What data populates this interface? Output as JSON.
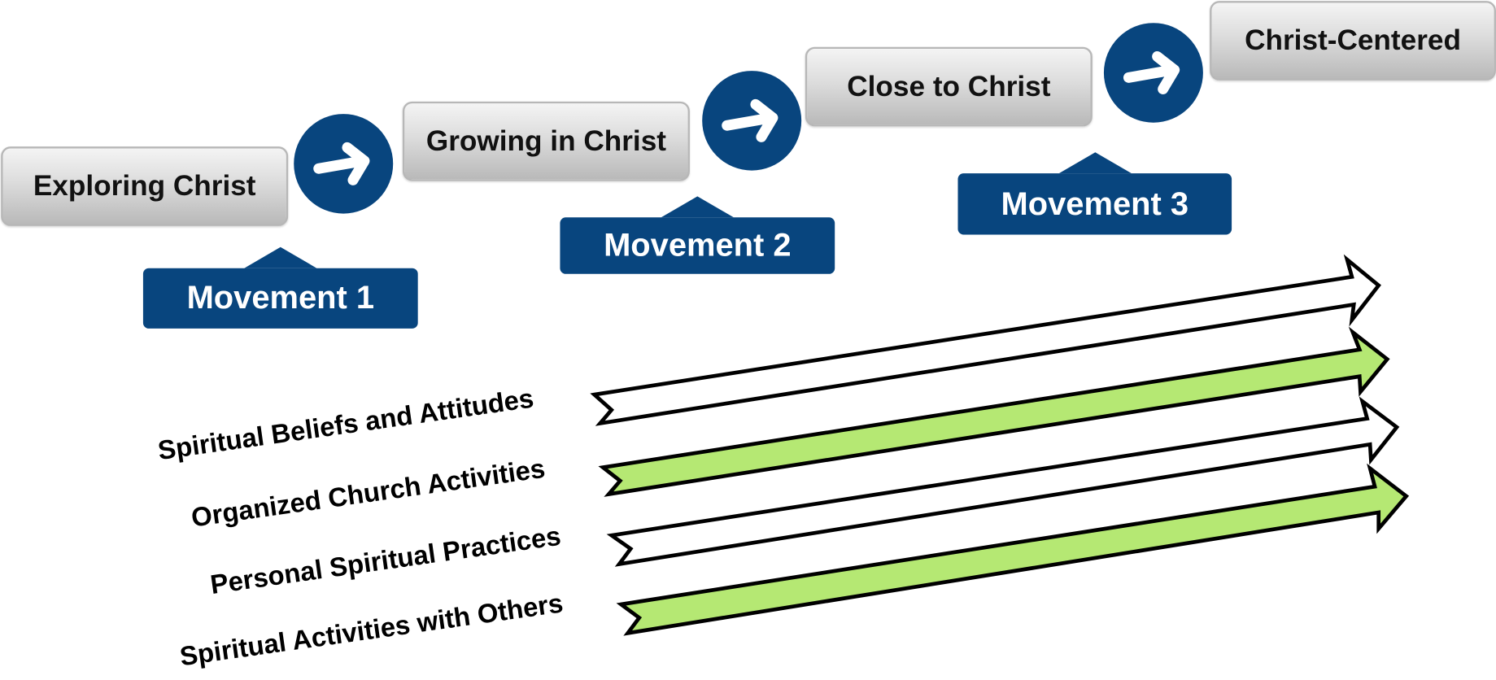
{
  "stages": [
    {
      "label": "Exploring Christ"
    },
    {
      "label": "Growing in Christ"
    },
    {
      "label": "Close to Christ"
    },
    {
      "label": "Christ-Centered"
    }
  ],
  "movements": [
    {
      "label": "Movement 1"
    },
    {
      "label": "Movement 2"
    },
    {
      "label": "Movement 3"
    }
  ],
  "dimensions": [
    {
      "label": "Spiritual Beliefs and Attitudes",
      "fill": "white"
    },
    {
      "label": "Organized Church Activities",
      "fill": "green"
    },
    {
      "label": "Personal Spiritual Practices",
      "fill": "white"
    },
    {
      "label": "Spiritual Activities with Others",
      "fill": "green"
    }
  ],
  "colors": {
    "navy": "#08457e",
    "green_fill": "#b5e873",
    "white_fill": "#ffffff",
    "outline": "#000000"
  }
}
